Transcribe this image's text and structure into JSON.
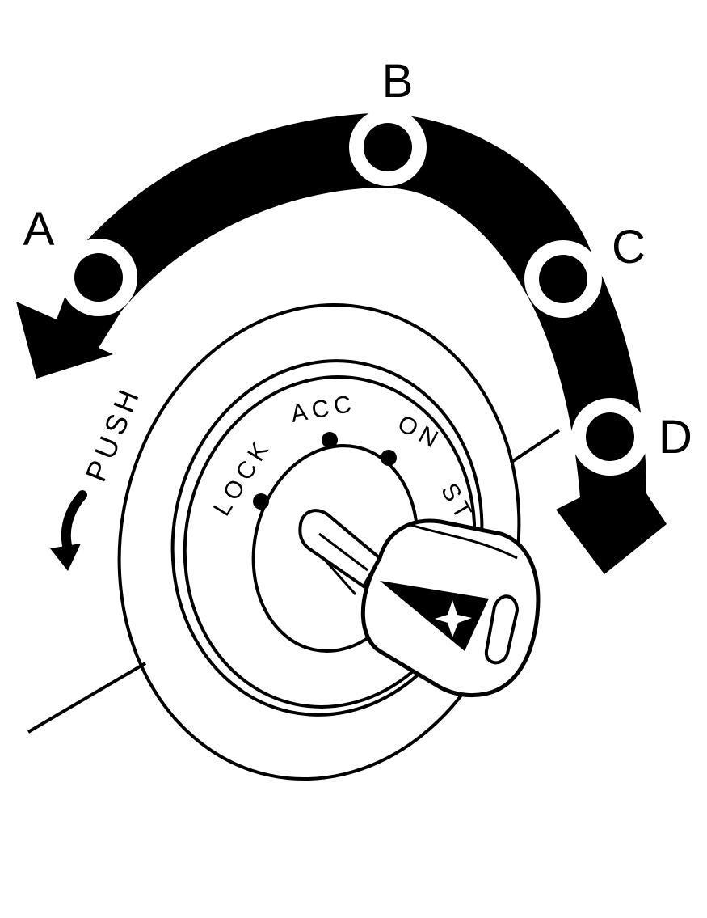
{
  "positions": [
    {
      "id": "a",
      "letter": "A"
    },
    {
      "id": "b",
      "letter": "B"
    },
    {
      "id": "c",
      "letter": "C"
    },
    {
      "id": "d",
      "letter": "D"
    }
  ],
  "ring_labels": {
    "lock": "LOCK",
    "acc": "ACC",
    "on": "ON",
    "start": "ST"
  },
  "push_label": "PUSH",
  "colors": {
    "ink": "#000000",
    "paper": "#ffffff"
  }
}
